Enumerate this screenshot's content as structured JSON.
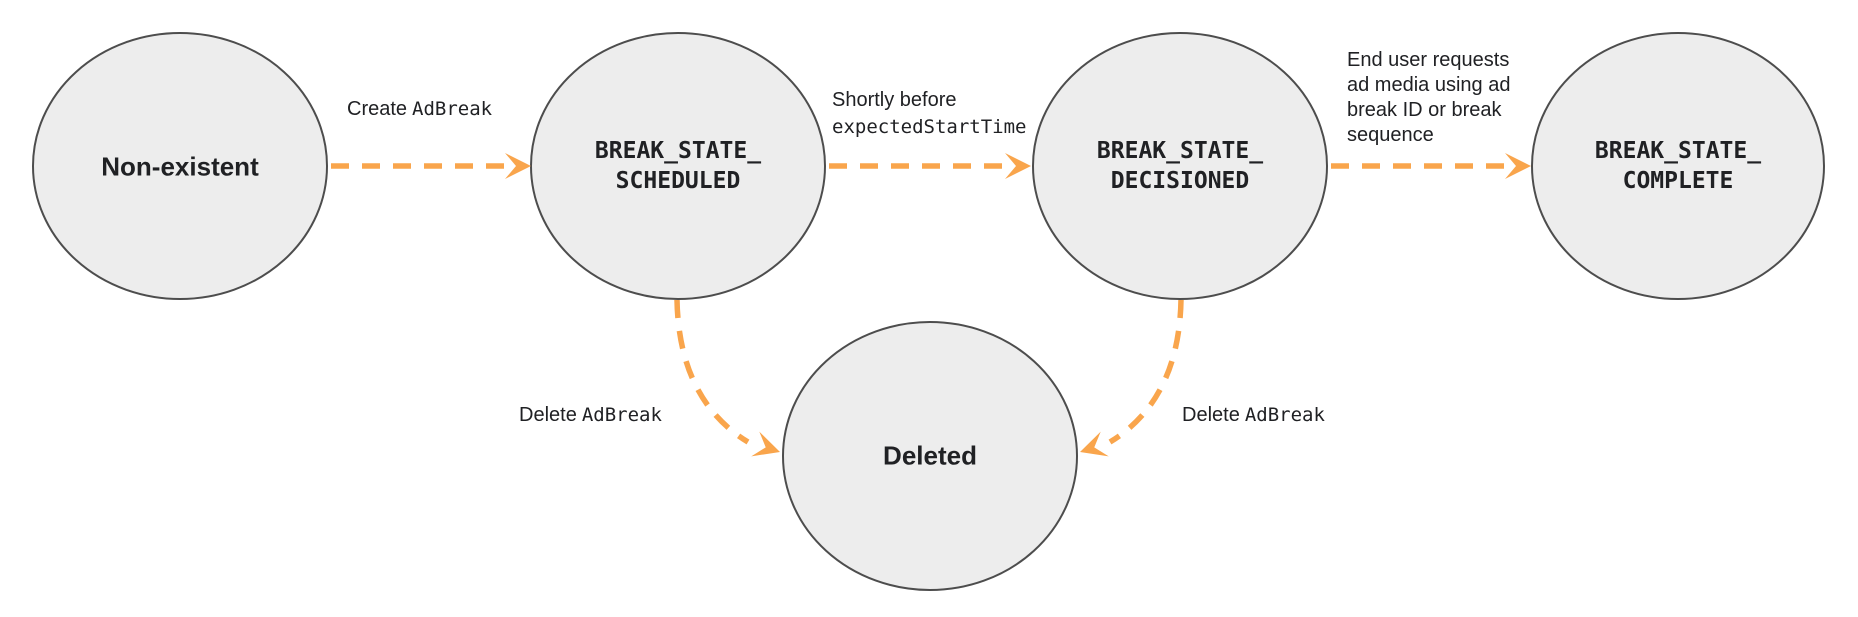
{
  "colors": {
    "accent_orange": "#F9A54C",
    "node_fill": "#EDEDED",
    "node_stroke": "#4D4D4D",
    "text_color": "#202124"
  },
  "states": {
    "non_existent": {
      "label": "Non-existent"
    },
    "scheduled": {
      "line1": "BREAK_STATE_",
      "line2": "SCHEDULED"
    },
    "decisioned": {
      "line1": "BREAK_STATE_",
      "line2": "DECISIONED"
    },
    "complete": {
      "line1": "BREAK_STATE_",
      "line2": "COMPLETE"
    },
    "deleted": {
      "label": "Deleted"
    }
  },
  "transitions": {
    "create": {
      "plain": "Create",
      "code": "AdBreak"
    },
    "decision": {
      "line1_plain": "Shortly before",
      "line2_code": "expectedStartTime"
    },
    "complete": {
      "line1": "End user requests",
      "line2": "ad media using ad",
      "line3": "break ID or break",
      "line4": "sequence"
    },
    "delete_left": {
      "plain": "Delete",
      "code": "AdBreak"
    },
    "delete_right": {
      "plain": "Delete",
      "code": "AdBreak"
    }
  }
}
